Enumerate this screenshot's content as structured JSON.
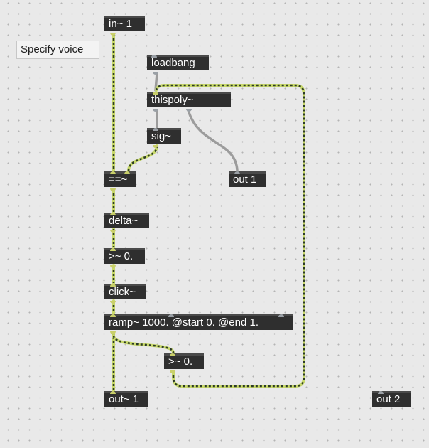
{
  "patcher": {
    "comment": "Specify voice",
    "objects": {
      "in1": "in~ 1",
      "loadbang": "loadbang",
      "thispoly": "thispoly~",
      "sig": "sig~",
      "eq": "==~",
      "out1": "out 1",
      "delta": "delta~",
      "gte1": ">~ 0.",
      "click": "click~",
      "ramp": "ramp~ 1000. @start 0. @end 1.",
      "gte2": ">~ 0.",
      "outsig1": "out~ 1",
      "out2": "out 2"
    },
    "colors": {
      "background": "#e9e9e9",
      "object_box": "#2f2f2f",
      "signal_cable": "#c8d96b",
      "signal_cable_dash": "#2c3a27",
      "control_cable": "#9c9c9c"
    }
  }
}
